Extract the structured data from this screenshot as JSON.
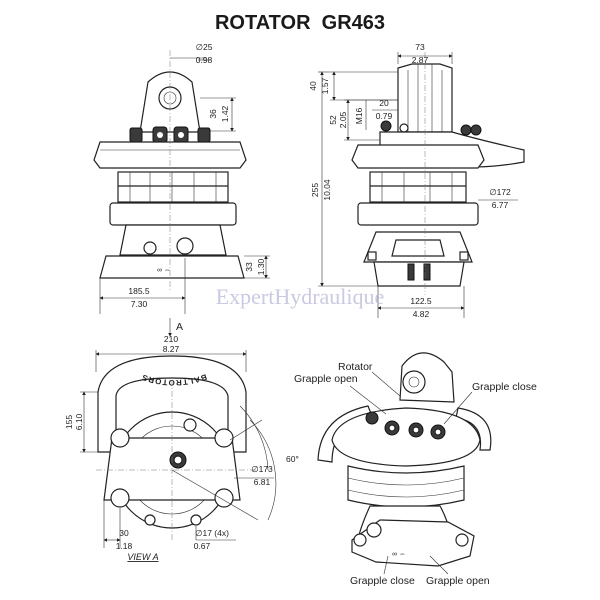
{
  "title": "ROTATOR  GR463",
  "watermark": "ExpertHydraulique",
  "front_view": {
    "pin_diameter": {
      "mm": "∅25",
      "inch": "0.98"
    },
    "pin_height": {
      "mm": "36",
      "inch": "1.42"
    },
    "base_height": {
      "mm": "33",
      "inch": "1.30"
    },
    "port_offset": {
      "mm": "185.5",
      "inch": "7.30"
    }
  },
  "side_view": {
    "ear_width": {
      "mm": "73",
      "inch": "2.87"
    },
    "top_height": {
      "mm": "40",
      "inch": "1.57"
    },
    "port_height": {
      "mm": "52",
      "inch": "2.05"
    },
    "thread": "M16",
    "port_pitch": {
      "mm": "20",
      "inch": "0.79"
    },
    "total_height": {
      "mm": "255",
      "inch": "10.04"
    },
    "body_diameter": {
      "mm": "∅172",
      "inch": "6.77"
    },
    "base_width": {
      "mm": "122.5",
      "inch": "4.82"
    }
  },
  "view_a": {
    "arrow_label": "A",
    "width": {
      "mm": "210",
      "inch": "8.27"
    },
    "depth": {
      "mm": "155",
      "inch": "6.10"
    },
    "angle": "60°",
    "pitch_circle": {
      "mm": "∅173",
      "inch": "6.81"
    },
    "offset": {
      "mm": "30",
      "inch": "1.18"
    },
    "holes": {
      "mm": "∅17 (4x)",
      "inch": "0.67"
    },
    "caption": "VIEW A",
    "ring_text": "BALTROTORS"
  },
  "iso_view": {
    "rotator": "Rotator",
    "grapple_open_top": "Grapple open",
    "grapple_close_top": "Grapple close",
    "grapple_close_bottom": "Grapple close",
    "grapple_open_bottom": "Grapple open"
  }
}
